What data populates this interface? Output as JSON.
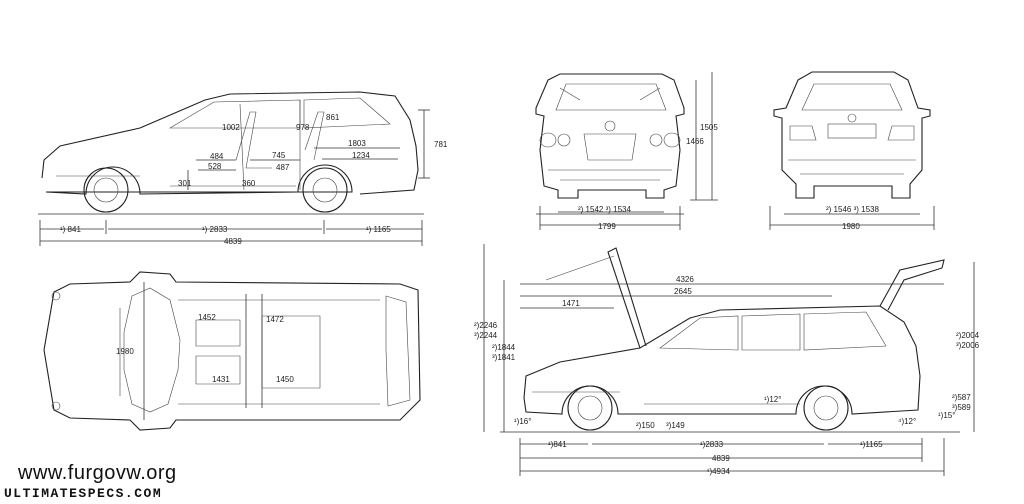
{
  "watermarks": {
    "site": "www.furgovw.org",
    "source": "ULTIMATESPECS.COM"
  },
  "side_view": {
    "front_overhang": "¹) 841",
    "wheelbase": "¹) 2833",
    "rear_overhang": "¹) 1165",
    "length": "4839",
    "headroom_front": "1002",
    "headroom_rear": "978",
    "rear_dim": "861",
    "load_length": "1803",
    "load_length2": "1234",
    "seat_depth": "484",
    "seat_cushion": "528",
    "rear_legroom": "745",
    "rear_seat": "487",
    "seat_height": "301",
    "rear_floor": "360",
    "tailgate": "781"
  },
  "front_view": {
    "track": "²) 1542 ³) 1534",
    "width": "1799",
    "height": "1505",
    "height2": "1466"
  },
  "rear_view": {
    "track": "²) 1546 ³) 1538",
    "width": "1980"
  },
  "top_view": {
    "width": "1980",
    "shoulder_front": "1452",
    "shoulder_rear": "1472",
    "hip_front": "1431",
    "hip_rear": "1450"
  },
  "open_view": {
    "length_load": "4326",
    "wheelbase_span": "2645",
    "front_span": "1471",
    "height_open1": "²)2246",
    "height_open2": "³)2244",
    "height_hood1": "²)1844",
    "height_hood2": "³)1841",
    "height_tail1": "²)2004",
    "height_tail2": "³)2006",
    "rear_hitch1": "²)587",
    "rear_hitch2": "³)589",
    "front_angle": "¹)16°",
    "rear_angle": "¹)15°",
    "ramp_angle": "¹)12°",
    "rear_approach": "⁴)12°",
    "clearance1": "²)150",
    "clearance2": "³)149",
    "front_overhang": "¹)841",
    "wheelbase": "¹)2833",
    "rear_overhang": "¹)1165",
    "length": "4839",
    "length_total": "⁴)4934"
  }
}
